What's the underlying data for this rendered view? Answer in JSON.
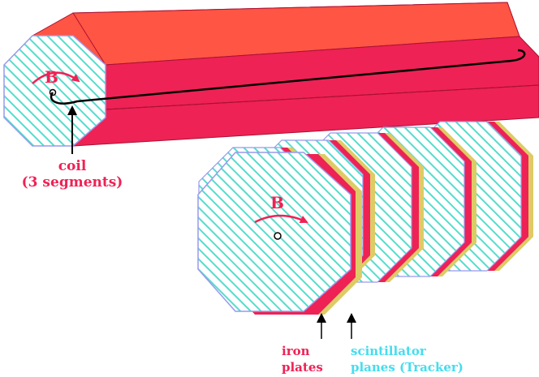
{
  "labels": {
    "b_field_top": "B",
    "b_field_bottom": "B",
    "coil_line1": "coil",
    "coil_line2": "(3 segments)",
    "iron_line1": "iron",
    "iron_line2": "plates",
    "scint_line1": "scintillator",
    "scint_line2": "planes (Tracker)"
  },
  "colors": {
    "iron_red": "#ee2255",
    "iron_top": "#ff5544",
    "scintillator": "#55ddcc",
    "outline": "#9999ee",
    "gold": "#ddcc66",
    "label_red": "#ee2255",
    "label_cyan": "#44ddee",
    "wire": "#000000"
  }
}
